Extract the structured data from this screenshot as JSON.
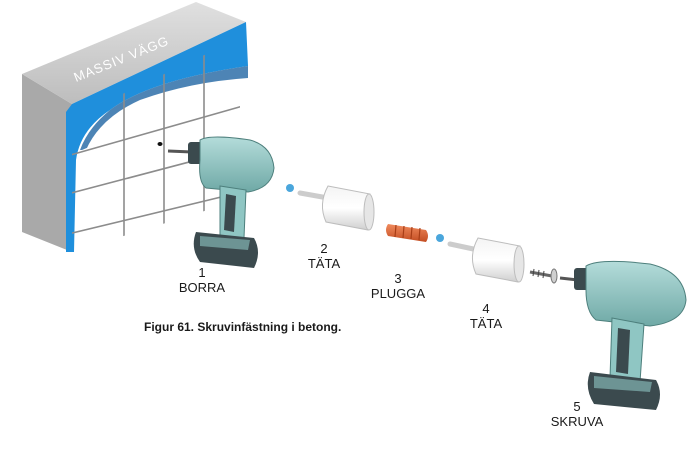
{
  "wall": {
    "label": "MASSIV VÄGG"
  },
  "steps": [
    {
      "number": "1",
      "name": "BORRA"
    },
    {
      "number": "2",
      "name": "TÄTA"
    },
    {
      "number": "3",
      "name": "PLUGGA"
    },
    {
      "number": "4",
      "name": "TÄTA"
    },
    {
      "number": "5",
      "name": "SKRUVA"
    }
  ],
  "caption": "Figur 61.  Skruvinfästning i betong.",
  "colors": {
    "wall_top": "#d4d4d4",
    "wall_front": "#c2c2c2",
    "membrane": "#1f8fdc",
    "tile": "#ffffff",
    "grout": "#8c8c8c",
    "drill_body": "#8fc6c3",
    "drill_dark": "#3b4a4e",
    "plug": "#e2693a",
    "sealant": "#4aa6dc"
  }
}
